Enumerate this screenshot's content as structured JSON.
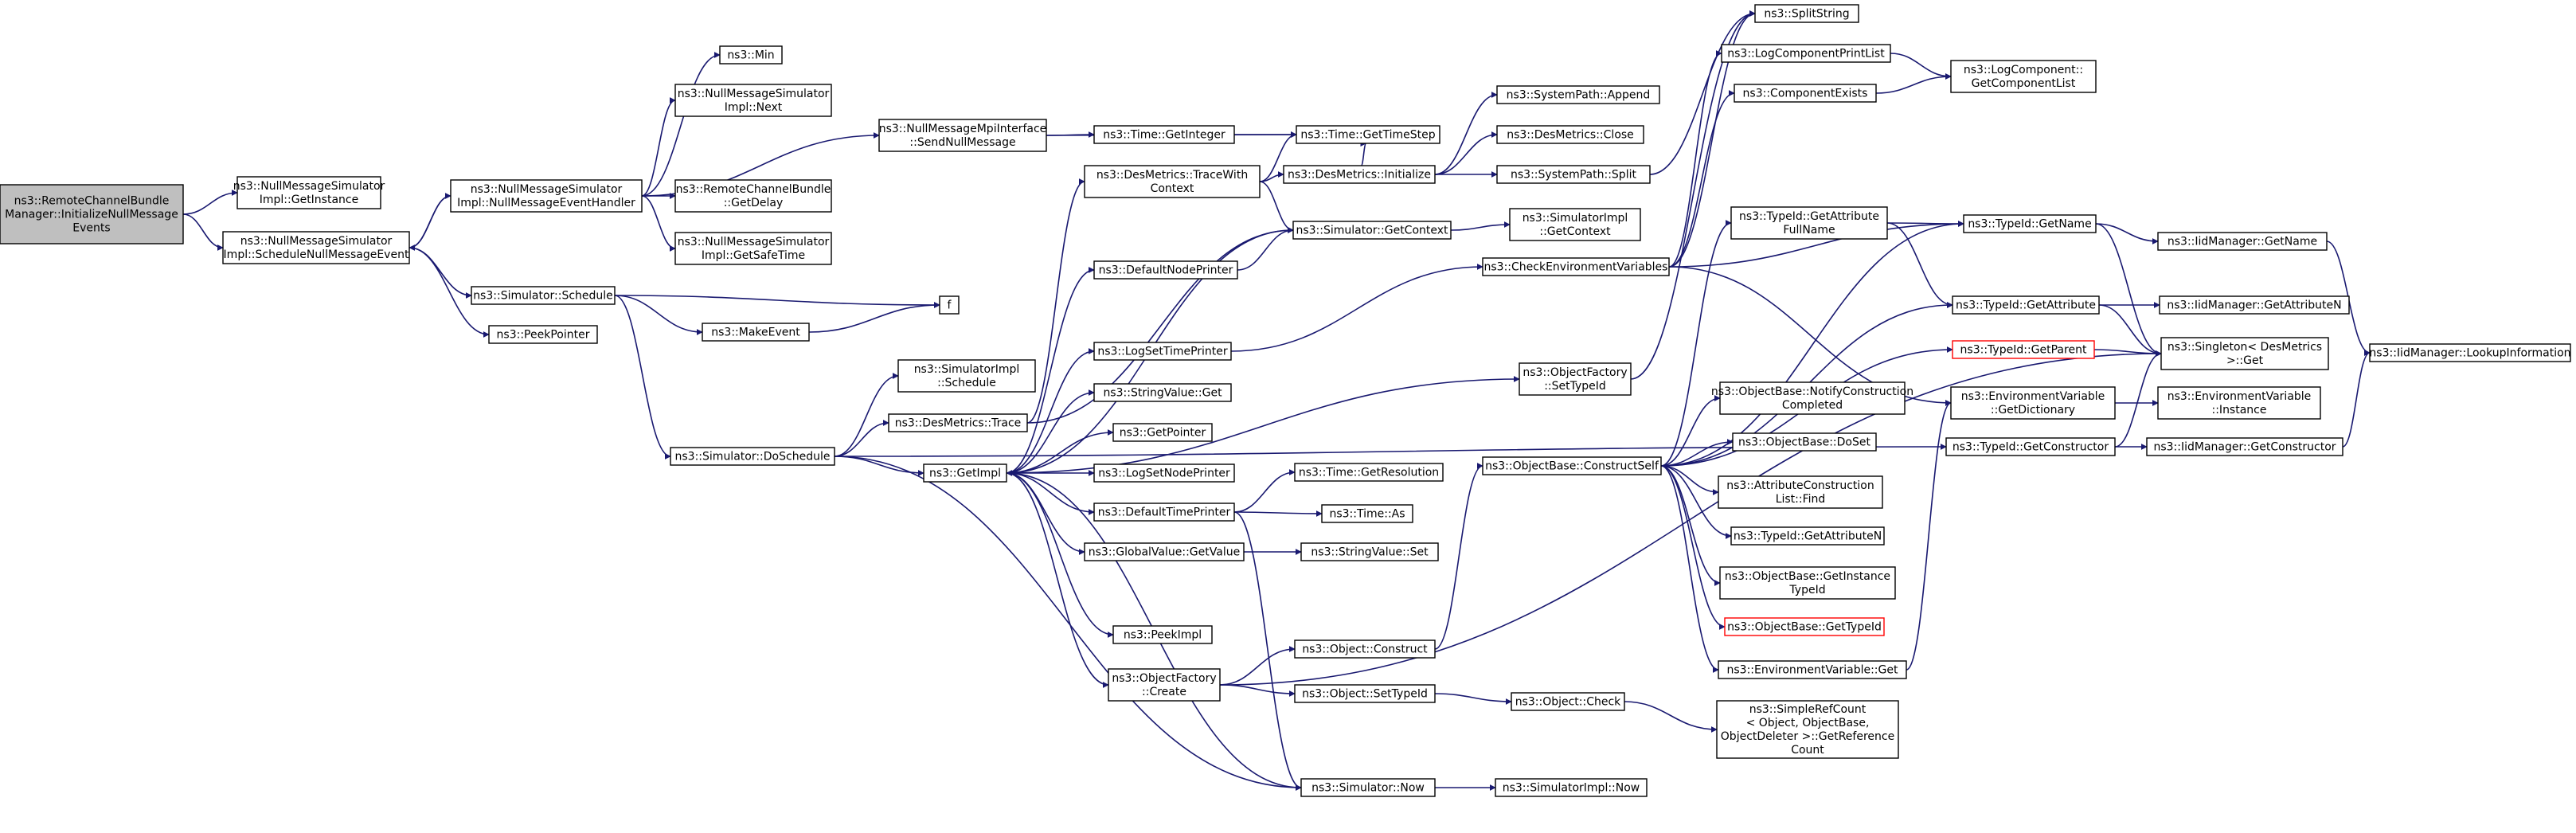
{
  "colors": {
    "edge": "#191970",
    "root_fill": "#bfbfbf",
    "highlight_border": "#ff0000",
    "node_border": "#000000"
  },
  "nodes": {
    "root": [
      "ns3::RemoteChannelBundle",
      "Manager::InitializeNullMessage",
      "Events"
    ],
    "nms_getinstance": [
      "ns3::NullMessageSimulator",
      "Impl::GetInstance"
    ],
    "nms_schedulenull": [
      "ns3::NullMessageSimulator",
      "Impl::ScheduleNullMessageEvent"
    ],
    "nms_handler": [
      "ns3::NullMessageSimulator",
      "Impl::NullMessageEventHandler"
    ],
    "sim_schedule": [
      "ns3::Simulator::Schedule"
    ],
    "peekpointer": [
      "ns3::PeekPointer"
    ],
    "min": [
      "ns3::Min"
    ],
    "nms_next": [
      "ns3::NullMessageSimulator",
      "Impl::Next"
    ],
    "rcb_getdelay": [
      "ns3::RemoteChannelBundle",
      "::GetDelay"
    ],
    "nms_getsafetime": [
      "ns3::NullMessageSimulator",
      "Impl::GetSafeTime"
    ],
    "sendnull": [
      "ns3::NullMessageMpiInterface",
      "::SendNullMessage"
    ],
    "time_getinteger": [
      "ns3::Time::GetInteger"
    ],
    "time_gettimestep": [
      "ns3::Time::GetTimeStep"
    ],
    "f": [
      "f"
    ],
    "makeevent": [
      "ns3::MakeEvent"
    ],
    "sim_doschedule": [
      "ns3::Simulator::DoSchedule"
    ],
    "simimpl_schedule": [
      "ns3::SimulatorImpl",
      "::Schedule"
    ],
    "desmetrics_trace": [
      "ns3::DesMetrics::Trace"
    ],
    "getimpl": [
      "ns3::GetImpl"
    ],
    "dm_tracewith": [
      "ns3::DesMetrics::TraceWith",
      "Context"
    ],
    "dm_initialize": [
      "ns3::DesMetrics::Initialize"
    ],
    "sim_getcontext": [
      "ns3::Simulator::GetContext"
    ],
    "defaultnodeprinter": [
      "ns3::DefaultNodePrinter"
    ],
    "logsettimeprinter": [
      "ns3::LogSetTimePrinter"
    ],
    "stringvalue_get": [
      "ns3::StringValue::Get"
    ],
    "getpointer": [
      "ns3::GetPointer"
    ],
    "logsetnodeprinter": [
      "ns3::LogSetNodePrinter"
    ],
    "defaulttimeprinter": [
      "ns3::DefaultTimePrinter"
    ],
    "globalvalue_getvalue": [
      "ns3::GlobalValue::GetValue"
    ],
    "peekimpl": [
      "ns3::PeekImpl"
    ],
    "objectfactory_create": [
      "ns3::ObjectFactory",
      "::Create"
    ],
    "sim_now": [
      "ns3::Simulator::Now"
    ],
    "systempath_append": [
      "ns3::SystemPath::Append"
    ],
    "dm_close": [
      "ns3::DesMetrics::Close"
    ],
    "systempath_split": [
      "ns3::SystemPath::Split"
    ],
    "simimpl_getcontext": [
      "ns3::SimulatorImpl",
      "::GetContext"
    ],
    "time_getresolution": [
      "ns3::Time::GetResolution"
    ],
    "time_as": [
      "ns3::Time::As"
    ],
    "stringvalue_set": [
      "ns3::StringValue::Set"
    ],
    "object_construct": [
      "ns3::Object::Construct"
    ],
    "object_settypeid": [
      "ns3::Object::SetTypeId"
    ],
    "object_check": [
      "ns3::Object::Check"
    ],
    "simimpl_now": [
      "ns3::SimulatorImpl::Now"
    ],
    "splitstring": [
      "ns3::SplitString"
    ],
    "logcomponentprintlist": [
      "ns3::LogComponentPrintList"
    ],
    "componentexists": [
      "ns3::ComponentExists"
    ],
    "checkenvvars": [
      "ns3::CheckEnvironmentVariables"
    ],
    "objectfactory_settypeid": [
      "ns3::ObjectFactory",
      "::SetTypeId"
    ],
    "objectbase_constructself": [
      "ns3::ObjectBase::ConstructSelf"
    ],
    "simplerefcount": [
      "ns3::SimpleRefCount",
      "< Object, ObjectBase,",
      "ObjectDeleter >::GetReference",
      "Count"
    ],
    "logcomponent_getlist": [
      "ns3::LogComponent::",
      "GetComponentList"
    ],
    "typeid_getattrfullname": [
      "ns3::TypeId::GetAttribute",
      "FullName"
    ],
    "objectbase_notify": [
      "ns3::ObjectBase::NotifyConstruction",
      "Completed"
    ],
    "objectbase_doset": [
      "ns3::ObjectBase::DoSet"
    ],
    "attrconstruction_find": [
      "ns3::AttributeConstruction",
      "List::Find"
    ],
    "typeid_getattributen": [
      "ns3::TypeId::GetAttributeN"
    ],
    "objectbase_getinstancetypeid": [
      "ns3::ObjectBase::GetInstance",
      "TypeId"
    ],
    "objectbase_gettypeid": [
      "ns3::ObjectBase::GetTypeId"
    ],
    "envvar_get": [
      "ns3::EnvironmentVariable::Get"
    ],
    "typeid_getname": [
      "ns3::TypeId::GetName"
    ],
    "typeid_getattribute": [
      "ns3::TypeId::GetAttribute"
    ],
    "typeid_getparent": [
      "ns3::TypeId::GetParent"
    ],
    "envvar_getdictionary": [
      "ns3::EnvironmentVariable",
      "::GetDictionary"
    ],
    "typeid_getconstructor": [
      "ns3::TypeId::GetConstructor"
    ],
    "iid_getname": [
      "ns3::IidManager::GetName"
    ],
    "iid_getattributen": [
      "ns3::IidManager::GetAttributeN"
    ],
    "singleton_get": [
      "ns3::Singleton< DesMetrics",
      " >::Get"
    ],
    "envvar_instance": [
      "ns3::EnvironmentVariable",
      "::Instance"
    ],
    "iid_getconstructor": [
      "ns3::IidManager::GetConstructor"
    ],
    "iid_lookupinfo": [
      "ns3::IidManager::LookupInformation"
    ]
  }
}
